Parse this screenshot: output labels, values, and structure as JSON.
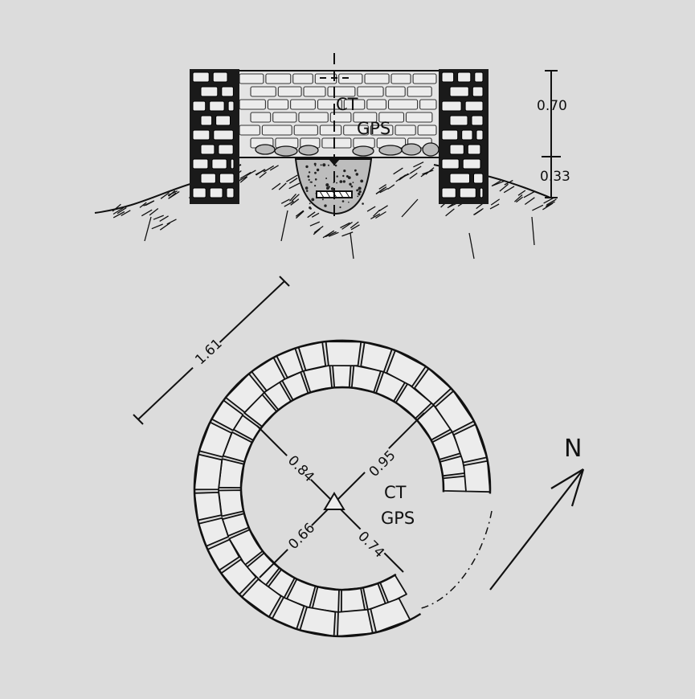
{
  "labels": {
    "section_ct": "CT",
    "section_gps": "GPS",
    "height_wall": "0.70",
    "height_foundation": "0.33",
    "plan_diameter": "1.61",
    "plan_nw": "0.84",
    "plan_ne": "0.95",
    "plan_sw": "0.66",
    "plan_se": "0.74",
    "plan_ct": "CT",
    "plan_gps": "GPS",
    "north": "N"
  },
  "colors": {
    "background": "#dcdcdc",
    "ink": "#111111",
    "stone": "#ececec"
  }
}
